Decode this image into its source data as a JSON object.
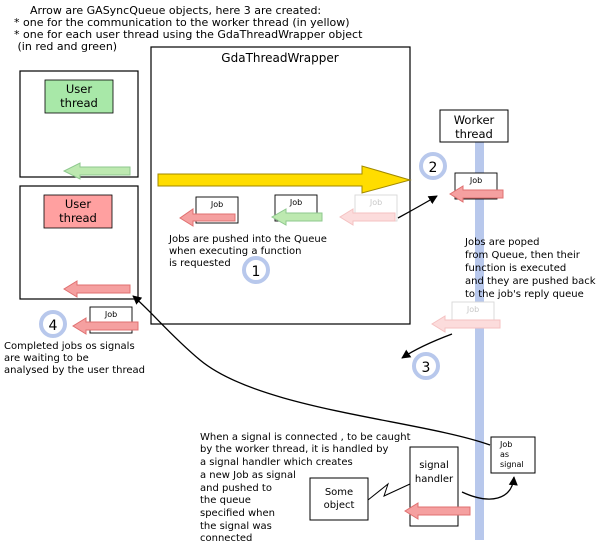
{
  "header": {
    "lines": [
      "Arrow are GASyncQueue objects, here 3 are created:",
      "* one for the communication to the worker thread (in yellow)",
      "* one for each user thread using the GdaThreadWrapper object",
      " (in red and green)"
    ]
  },
  "wrapper": {
    "title": "GdaThreadWrapper"
  },
  "user_thread_green": {
    "label_lines": [
      "User",
      "thread"
    ]
  },
  "user_thread_red": {
    "label_lines": [
      "User",
      "thread"
    ]
  },
  "worker": {
    "label_lines": [
      "Worker",
      "thread"
    ]
  },
  "jobs": {
    "label": "Job"
  },
  "signal_job": {
    "label_lines": [
      "Job",
      "as",
      "signal"
    ]
  },
  "signal_handler": {
    "label_lines": [
      "signal",
      "handler"
    ]
  },
  "some_object": {
    "label_lines": [
      "Some",
      "object"
    ]
  },
  "steps": [
    "1",
    "2",
    "3",
    "4"
  ],
  "notes": {
    "push_queue": [
      "Jobs are pushed into the Queue",
      "when executing a function",
      "is requested"
    ],
    "poped": [
      "Jobs are poped",
      "from Queue, then their",
      "function is executed",
      "and they are pushed back",
      "to the job's reply queue"
    ],
    "completed": [
      "Completed jobs os signals",
      "are waiting to be",
      "analysed by the user thread"
    ],
    "signal": [
      "When a signal is connected , to be caught",
      "by the worker thread, it is handled by",
      "a signal handler which creates",
      "a new Job as signal",
      "and pushed to",
      "the queue",
      "specified when",
      "the signal was",
      "connected"
    ]
  },
  "colors": {
    "yellow_fill": "#ffdd00",
    "yellow_stroke": "#a08800",
    "red_fill": "#f5a0a0",
    "red_stroke": "#e07070",
    "red_box": "#ffa0a0",
    "green_fill": "#bde9b0",
    "green_stroke": "#8ec88e",
    "green_box": "#a8e8a8",
    "faded_fill": "#fcdcdc",
    "faded_stroke": "#f4c2c2",
    "worker_line": "#b8c8ec",
    "circle_stroke": "#b8c8ec"
  }
}
